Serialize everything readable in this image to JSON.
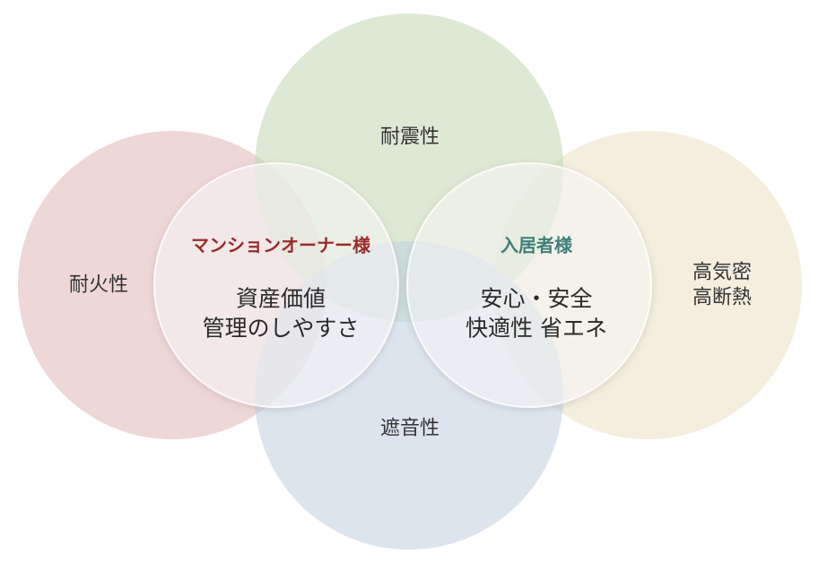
{
  "diagram": {
    "outer": {
      "fire": {
        "label": "耐火性",
        "color": "#e3bfbf"
      },
      "quake": {
        "label": "耐震性",
        "color": "#c9dcbb"
      },
      "airtight": {
        "line1": "高気密",
        "line2": "高断熱",
        "color": "#ece4ca"
      },
      "sound": {
        "label": "遮音性",
        "color": "#c7d3e3"
      }
    },
    "owner": {
      "title": "マンションオーナー様",
      "title_color": "#9b2a2a",
      "line1": "資産価値",
      "line2": "管理のしやすさ"
    },
    "resident": {
      "title": "入居者様",
      "title_color": "#3f7f79",
      "line1": "安心・安全",
      "line2": "快適性 省エネ"
    }
  }
}
